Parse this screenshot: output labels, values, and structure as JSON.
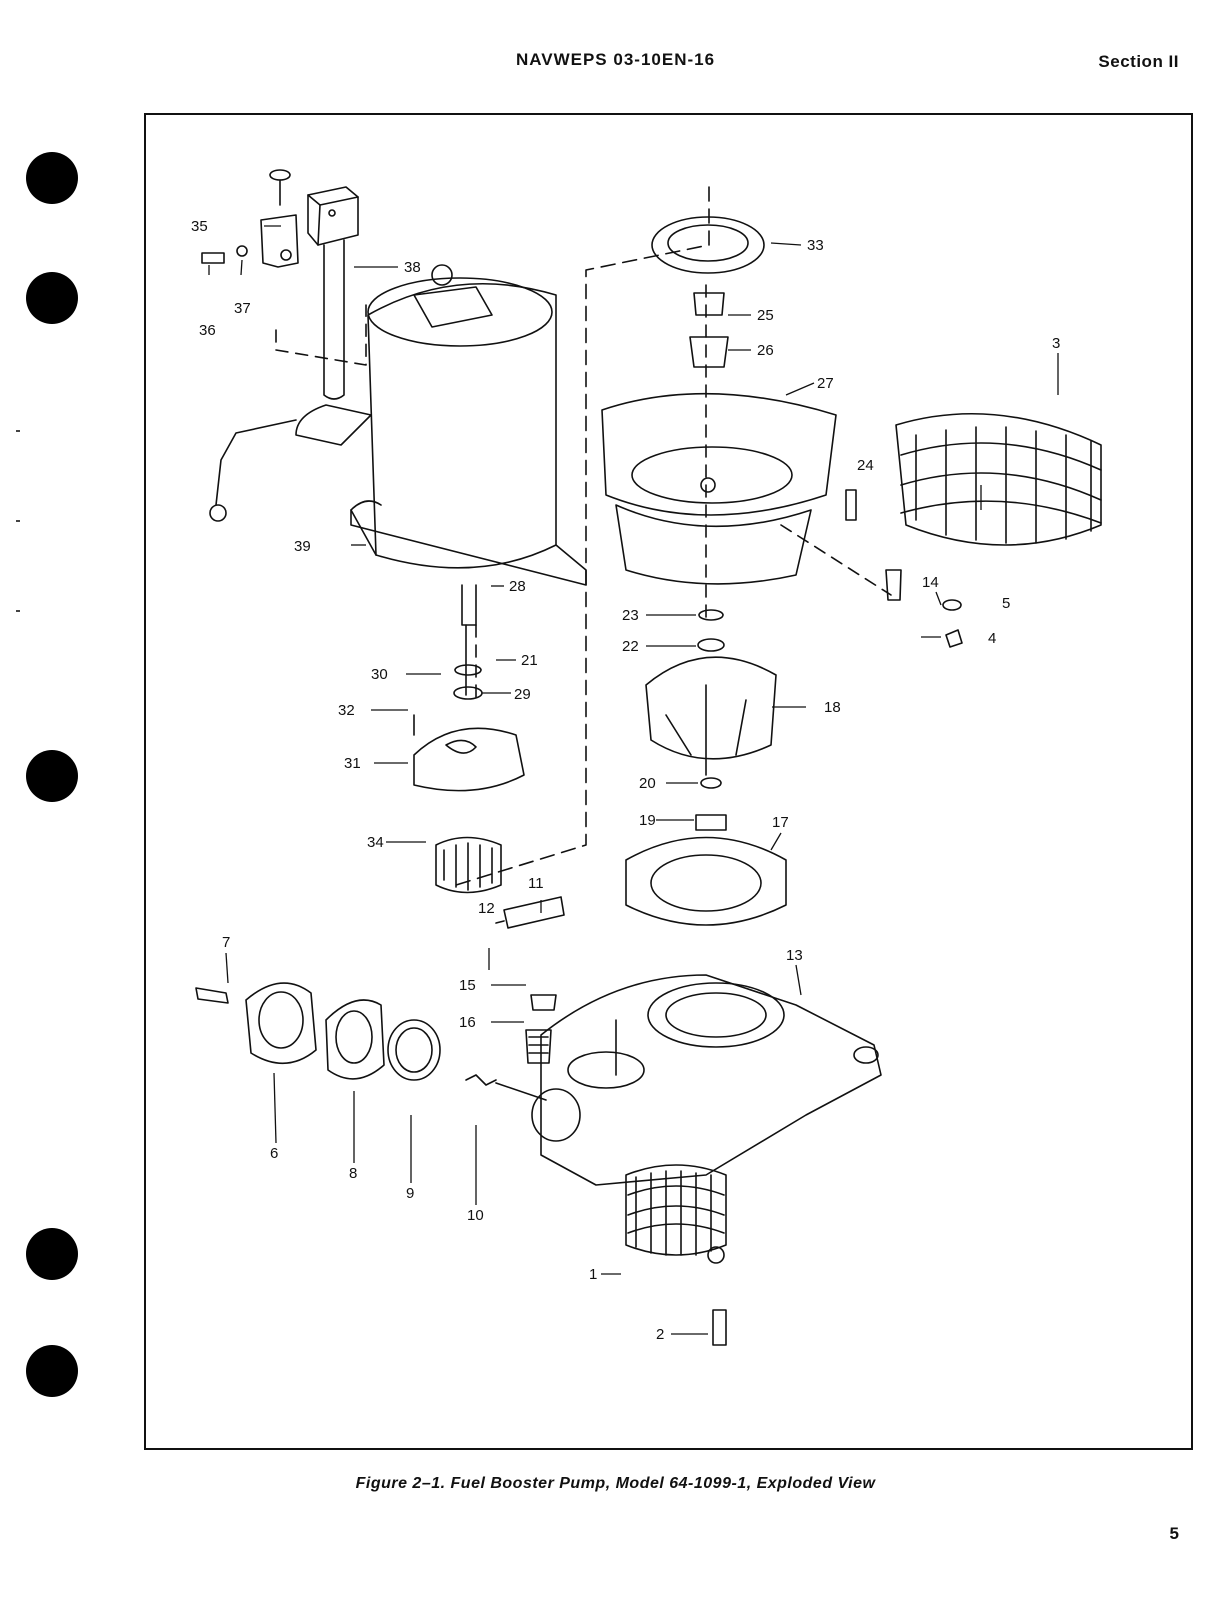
{
  "header": {
    "document_number": "NAVWEPS 03-10EN-16",
    "section": "Section II"
  },
  "figure": {
    "caption": "Figure 2–1.  Fuel Booster Pump, Model 64-1099-1, Exploded View",
    "callouts": [
      "1",
      "2",
      "3",
      "4",
      "5",
      "6",
      "7",
      "8",
      "9",
      "10",
      "11",
      "12",
      "13",
      "14",
      "15",
      "16",
      "17",
      "18",
      "19",
      "20",
      "21",
      "22",
      "23",
      "24",
      "25",
      "26",
      "27",
      "28",
      "29",
      "30",
      "31",
      "32",
      "33",
      "34",
      "35",
      "36",
      "37",
      "38",
      "39"
    ]
  },
  "page_number": "5"
}
